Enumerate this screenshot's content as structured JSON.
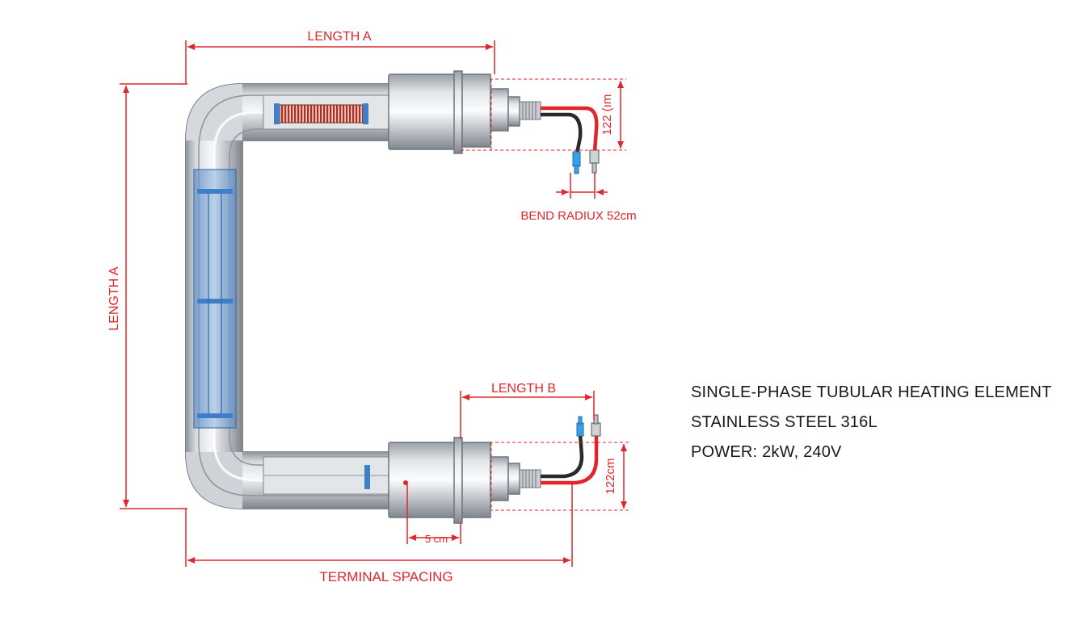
{
  "colors": {
    "dimension": "#e0262b",
    "tube_light": "#eef0f3",
    "tube_dark": "#8e949b",
    "insulator": "#3d7fc9",
    "coil": "#a83224",
    "wire_red": "#e0262b",
    "wire_black": "#2a2a2a",
    "connector_blue": "#3aa0e6",
    "text": "#1a1a1a"
  },
  "dimensions": {
    "top_length": "LENGTH A",
    "left_length": "LENGTH A",
    "bottom_length": "LENGTH B",
    "bend_radius": "BEND RADIUX 52cm",
    "top_terminal_height": "122 (ım",
    "bottom_terminal_height": "122cm",
    "offset": "5 cm",
    "terminal_spacing": "TERMINAL SPACING"
  },
  "specs": {
    "line1": "SINGLE-PHASE TUBULAR HEATING ELEMENT",
    "line2": "STAINLESS STEEL 316L",
    "line3": "POWER: 2kW, 240V"
  }
}
